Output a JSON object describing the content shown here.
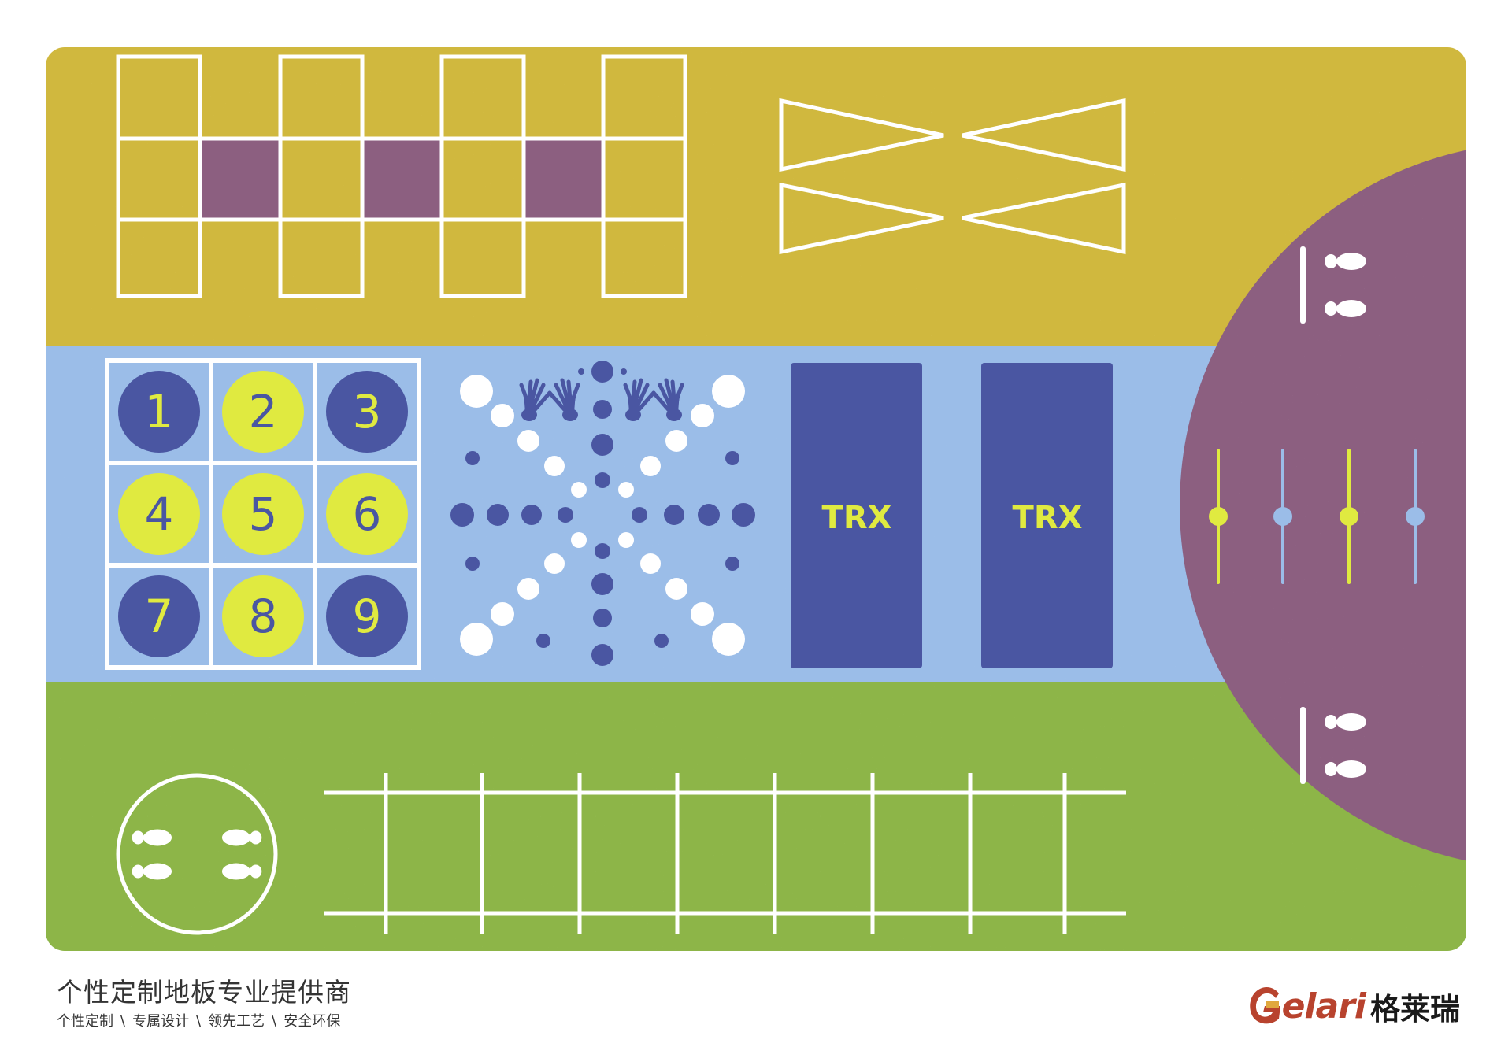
{
  "colors": {
    "yellow_zone": "#d0b83e",
    "blue_zone": "#9bbde8",
    "green_zone": "#8db548",
    "purple_zone": "#8c5f80",
    "navy": "#4a56a2",
    "lime": "#e0ea40",
    "line": "#ffffff"
  },
  "sudoku": {
    "cells": [
      {
        "label": "1",
        "style": "navy"
      },
      {
        "label": "2",
        "style": "lime"
      },
      {
        "label": "3",
        "style": "navy"
      },
      {
        "label": "4",
        "style": "lime"
      },
      {
        "label": "5",
        "style": "lime"
      },
      {
        "label": "6",
        "style": "lime"
      },
      {
        "label": "7",
        "style": "navy"
      },
      {
        "label": "8",
        "style": "lime"
      },
      {
        "label": "9",
        "style": "navy"
      }
    ]
  },
  "trx": {
    "pads": [
      {
        "label": "TRX"
      },
      {
        "label": "TRX"
      }
    ]
  },
  "footer": {
    "title": "个性定制地板专业提供商",
    "subtitle": [
      "个性定制",
      "专属设计",
      "领先工艺",
      "安全环保"
    ],
    "separator": "\\"
  },
  "brand": {
    "latin": "elari",
    "cn": "格莱瑞"
  }
}
